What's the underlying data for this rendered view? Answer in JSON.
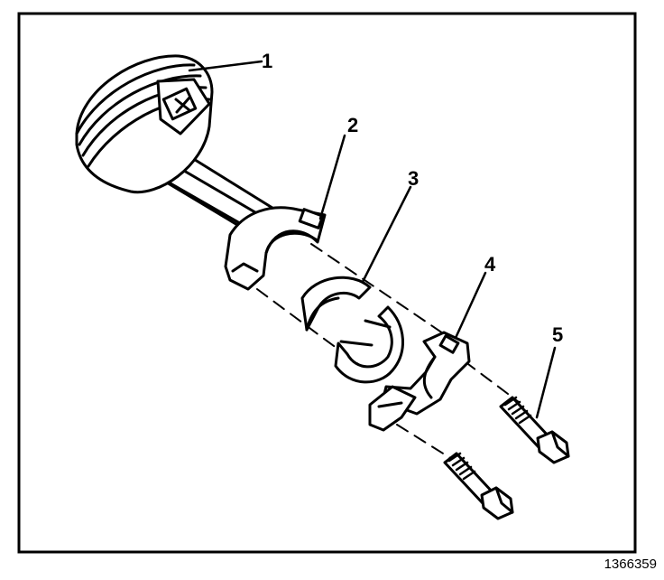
{
  "callouts": [
    {
      "number": "1",
      "part": "piston-assembly"
    },
    {
      "number": "2",
      "part": "connecting-rod"
    },
    {
      "number": "3",
      "part": "rod-bearing-inserts"
    },
    {
      "number": "4",
      "part": "rod-cap"
    },
    {
      "number": "5",
      "part": "rod-bolts"
    }
  ],
  "figure_id": "1366359",
  "colors": {
    "line": "#000000",
    "background": "#ffffff"
  }
}
